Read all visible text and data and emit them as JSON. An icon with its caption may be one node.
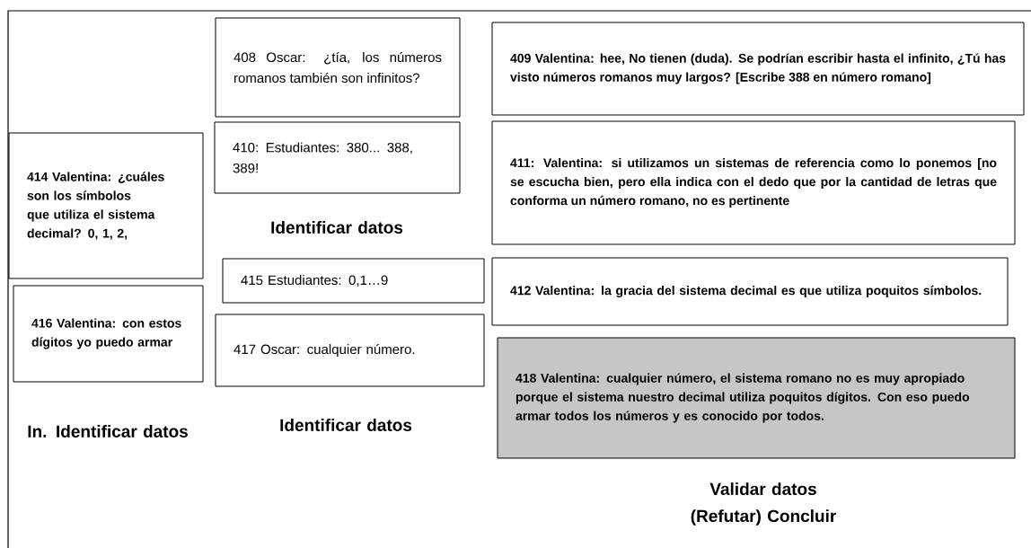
{
  "diagram": {
    "nodes": [
      {
        "text": [
          "408 Oscar: ¿tía, los números romanos también son infinitos?"
        ]
      },
      {
        "text": [
          "409 Valentina: hee, No tienen (duda). Se podrían escribir hasta el infinito,  ¿Tú has visto números romanos muy largos? [Escribe 388 en número romano]"
        ]
      },
      {
        "text": [
          "410: Estudiantes: 380... 388, 389!"
        ]
      },
      {
        "text": [
          "411: Valentina: si utilizamos un sistemas de referencia como lo ponemos [no se escucha bien, pero ella indica con el dedo que por la cantidad de letras que conforma un número romano, no es pertinente"
        ]
      },
      {
        "text": [
          "414 Valentina: ¿cuáles son los símbolos que utiliza el sistema decimal? 0, 1, 2,"
        ]
      },
      {
        "text": [
          "415 Estudiantes: 0,1…9"
        ]
      },
      {
        "text": [
          "416 Valentina: con estos dígitos yo puedo armar"
        ]
      },
      {
        "text": [
          "417 Oscar: cualquier número."
        ]
      },
      {
        "text": [
          "412 Valentina: la gracia del sistema decimal es que utiliza poquitos símbolos."
        ]
      },
      {
        "text": [
          "418 Valentina: cualquier número, el sistema romano no es muy apropiado porque el sistema nuestro decimal utiliza poquitos dígitos. Con eso puedo armar todos los números y es conocido por todos."
        ]
      }
    ],
    "labels": [
      "Identificar datos",
      "In. Identificar datos",
      "Identificar datos",
      "Validar datos (Refutar) Concluir"
    ]
  }
}
